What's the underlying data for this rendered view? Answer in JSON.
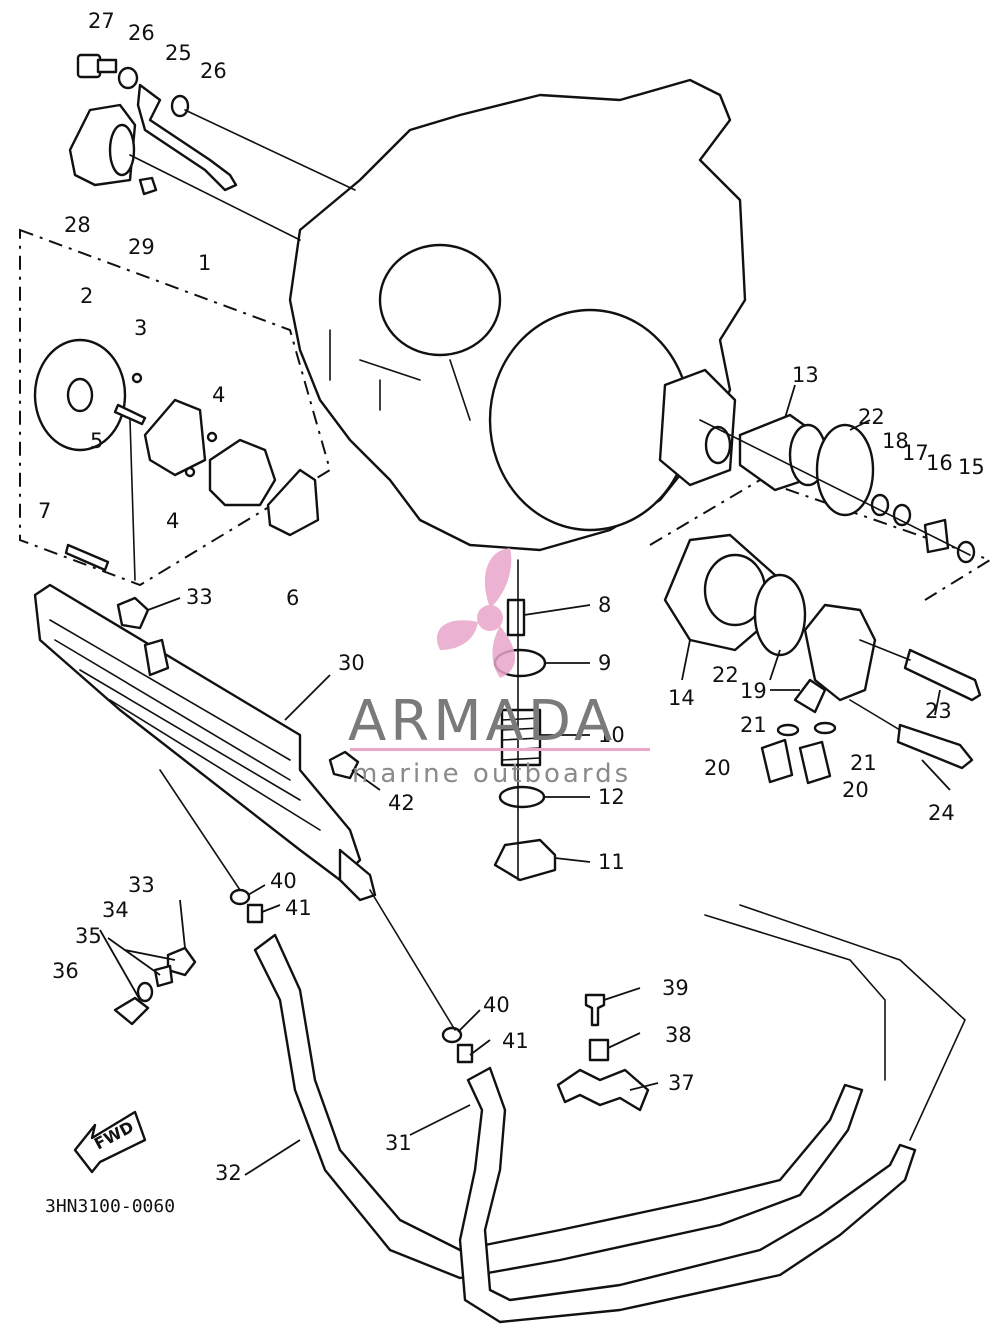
{
  "diagram": {
    "drawing_code": "3HN3100-0060",
    "direction_label": "FWD",
    "callouts": [
      "27",
      "26",
      "25",
      "26",
      "28",
      "29",
      "1",
      "2",
      "3",
      "4",
      "4",
      "5",
      "6",
      "7",
      "33",
      "30",
      "8",
      "9",
      "10",
      "12",
      "11",
      "13",
      "22",
      "18",
      "17",
      "16",
      "15",
      "14",
      "22",
      "19",
      "23",
      "21",
      "21",
      "20",
      "20",
      "24",
      "42",
      "40",
      "41",
      "33",
      "34",
      "35",
      "36",
      "40",
      "41",
      "31",
      "32",
      "39",
      "38",
      "37"
    ]
  },
  "watermark": {
    "brand": "ARMADA",
    "tagline": "marine outboards",
    "colors": {
      "pink": "#e8a6c9",
      "text": "#7a7a7a"
    }
  }
}
